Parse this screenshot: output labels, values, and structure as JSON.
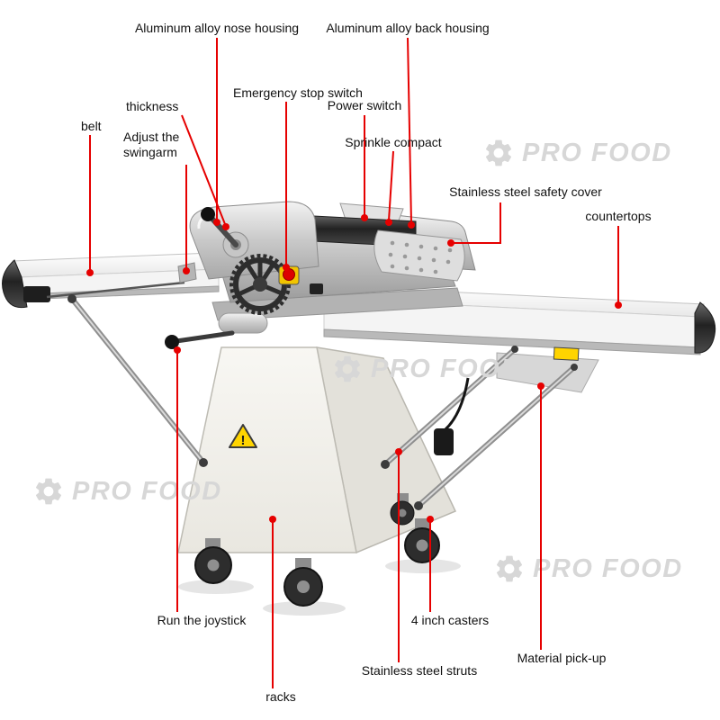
{
  "page": {
    "background": "#ffffff"
  },
  "colors": {
    "leader_line": "#e60000",
    "label_text": "#111111",
    "watermark": "#d7d7d7"
  },
  "watermark": {
    "text": "PRO FOOD"
  },
  "machine": {
    "warning_mark": "!"
  },
  "labels": {
    "nose_housing": "Aluminum alloy nose housing",
    "back_housing": "Aluminum alloy back housing",
    "emergency_stop": "Emergency stop switch",
    "power_switch": "Power switch",
    "thickness": "thickness",
    "adjust_swingarm": "Adjust the swingarm",
    "belt": "belt",
    "sprinkle_compact": "Sprinkle compact",
    "safety_cover": "Stainless steel safety cover",
    "countertops": "countertops",
    "run_joystick": "Run the joystick",
    "casters": "4 inch casters",
    "struts": "Stainless steel struts",
    "material_pickup": "Material pick-up",
    "racks": "racks"
  }
}
